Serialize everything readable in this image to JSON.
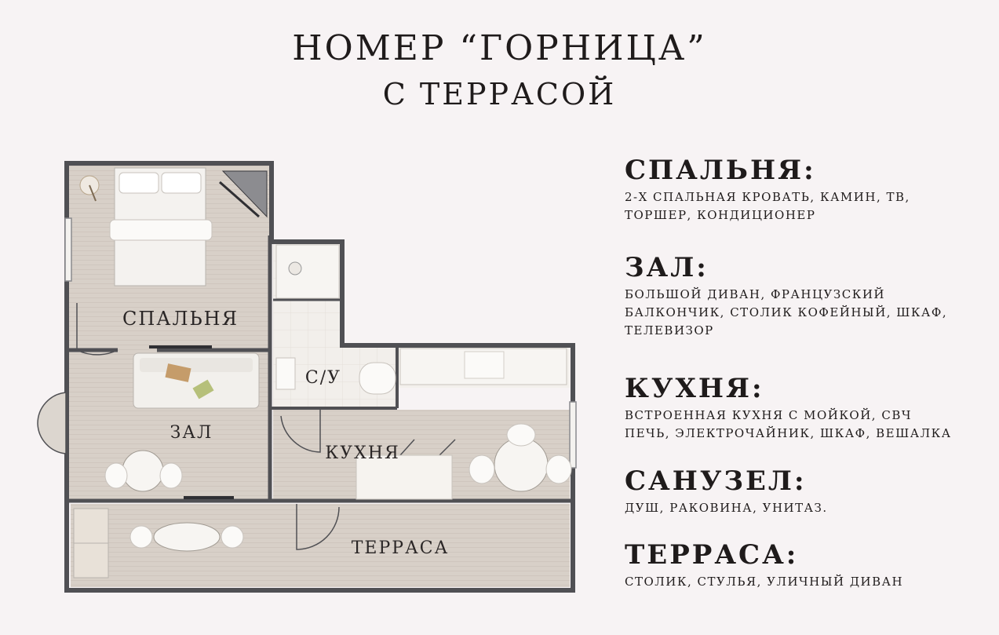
{
  "header": {
    "title_line1": "НОМЕР “ГОРНИЦА”",
    "title_line2": "С ТЕРРАСОЙ"
  },
  "plan": {
    "labels": {
      "bedroom": "СПАЛЬНЯ",
      "hall": "ЗАЛ",
      "wc": "С/У",
      "kitchen": "КУХНЯ",
      "terrace": "ТЕРРАСА"
    }
  },
  "legend": [
    {
      "title": "СПАЛЬНЯ:",
      "text": "2-Х СПАЛЬНАЯ КРОВАТЬ, КАМИН, ТВ,\nТОРШЕР, КОНДИЦИОНЕР"
    },
    {
      "title": "ЗАЛ:",
      "text": "БОЛЬШОЙ ДИВАН, ФРАНЦУЗСКИЙ\nБАЛКОНЧИК, СТОЛИК КОФЕЙНЫЙ, ШКАФ,\nТЕЛЕВИЗОР"
    },
    {
      "title": "КУХНЯ:",
      "text": "ВСТРОЕННАЯ КУХНЯ С МОЙКОЙ, СВЧ\nПЕЧЬ, ЭЛЕКТРОЧАЙНИК, ШКАФ, ВЕШАЛКА"
    },
    {
      "title": "САНУЗЕЛ:",
      "text": "ДУШ, РАКОВИНА, УНИТАЗ."
    },
    {
      "title": "ТЕРРАСА:",
      "text": "СТОЛИК, СТУЛЬЯ, УЛИЧНЫЙ ДИВАН"
    }
  ],
  "colors": {
    "background": "#f7f3f4",
    "wall": "#505054",
    "floor": "#d9d1ca",
    "furniture": "#f4f2ef"
  }
}
